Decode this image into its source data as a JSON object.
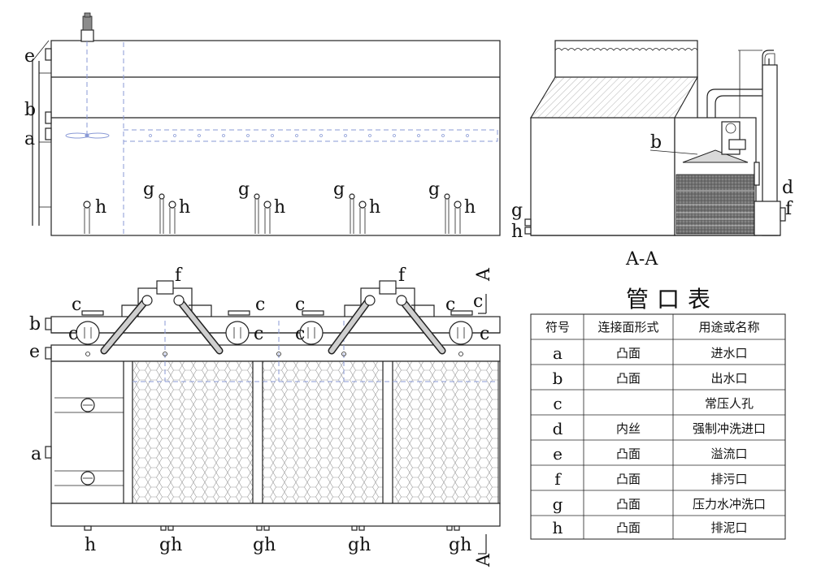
{
  "side_labels": {
    "e": "e",
    "b": "b",
    "a": "a",
    "g1": "g",
    "g2": "g",
    "g3": "g",
    "g4": "g",
    "h1": "h",
    "h2": "h",
    "h3": "h",
    "h4": "h",
    "h5": "h"
  },
  "section": {
    "title": "A-A",
    "labels": {
      "b": "b",
      "d": "d",
      "f": "f",
      "g": "g",
      "h": "h"
    }
  },
  "plan_labels": {
    "f1": "f",
    "f2": "f",
    "c1": "c",
    "c2": "c",
    "c3": "c",
    "c4": "c",
    "c5": "c",
    "c6": "c",
    "c7": "c",
    "c8": "c",
    "c_cut": "c",
    "b": "b",
    "e": "e",
    "a": "a",
    "cut_top": "A",
    "cut_bottom": "A",
    "bottom": [
      "h",
      "gh",
      "gh",
      "gh",
      "gh"
    ]
  },
  "table": {
    "title": "管口表",
    "headers": [
      "符号",
      "连接面形式",
      "用途或名称"
    ],
    "rows": [
      {
        "symbol": "a",
        "connection": "凸面",
        "purpose": "进水口"
      },
      {
        "symbol": "b",
        "connection": "凸面",
        "purpose": "出水口"
      },
      {
        "symbol": "c",
        "connection": "",
        "purpose": "常压人孔"
      },
      {
        "symbol": "d",
        "connection": "内丝",
        "purpose": "强制冲洗进口"
      },
      {
        "symbol": "e",
        "connection": "凸面",
        "purpose": "溢流口"
      },
      {
        "symbol": "f",
        "connection": "凸面",
        "purpose": "排污口"
      },
      {
        "symbol": "g",
        "connection": "凸面",
        "purpose": "压力水冲洗口"
      },
      {
        "symbol": "h",
        "connection": "凸面",
        "purpose": "排泥口"
      }
    ]
  }
}
